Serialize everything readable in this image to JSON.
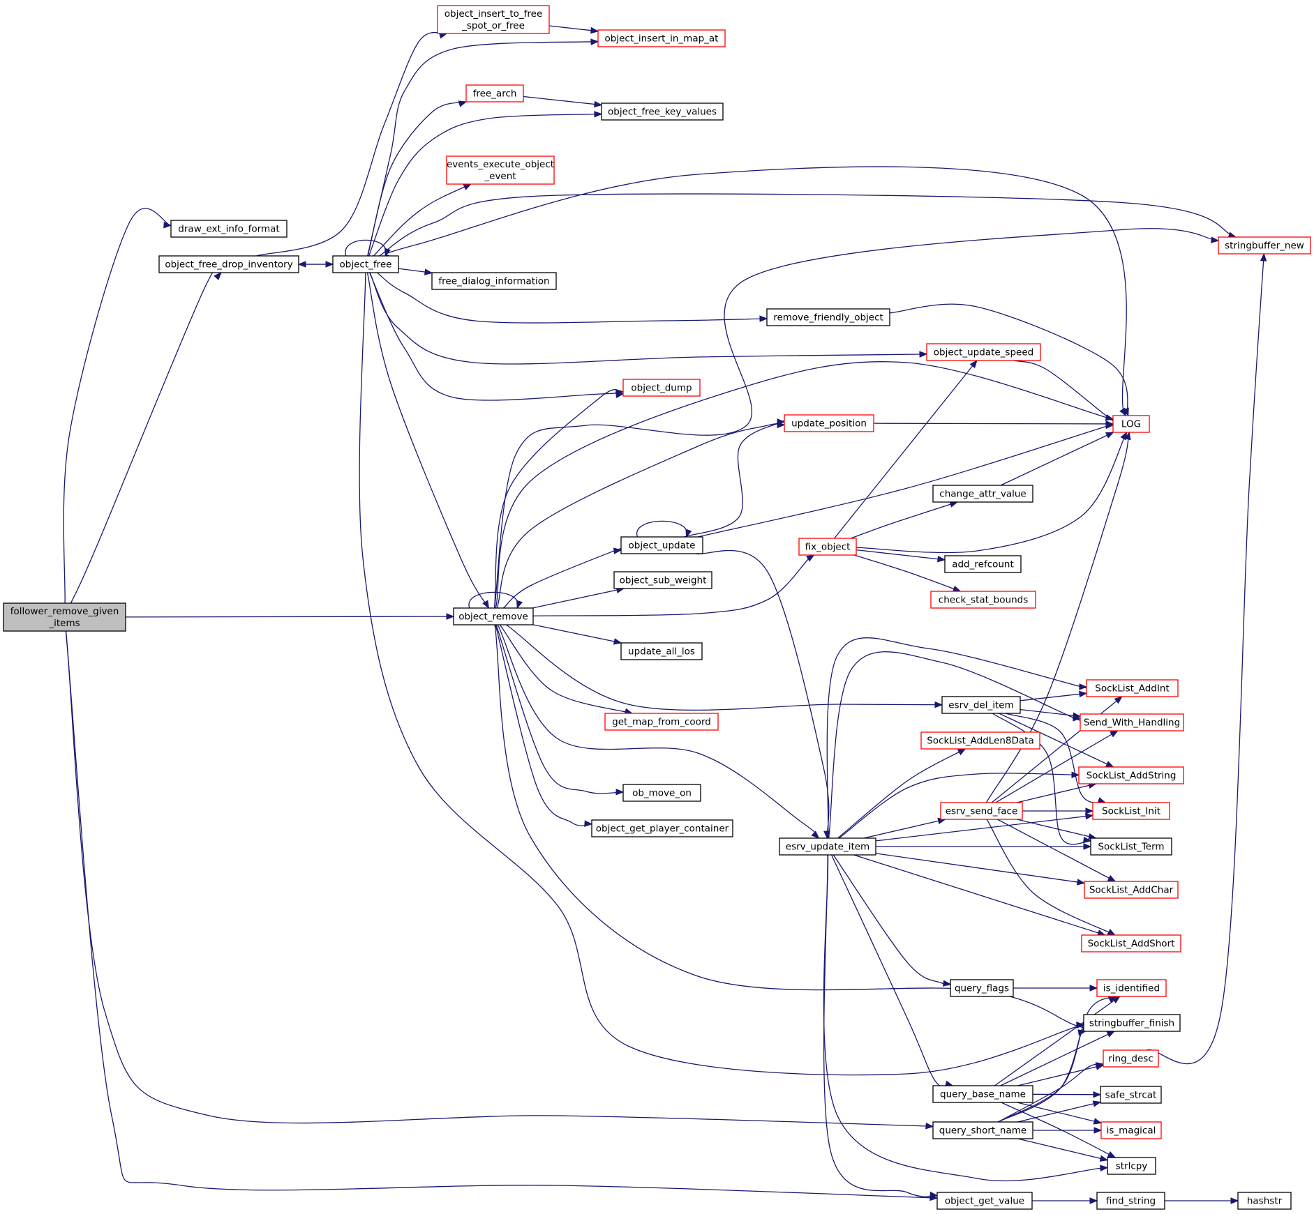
{
  "diagram": {
    "nodes": [
      {
        "id": "n_root",
        "lines": [
          "follower_remove_given",
          "_items"
        ],
        "style": "current"
      },
      {
        "id": "n_draw",
        "lines": [
          "draw_ext_info_format"
        ],
        "style": "documented"
      },
      {
        "id": "n_ofdi",
        "lines": [
          "object_free_drop_inventory"
        ],
        "style": "documented"
      },
      {
        "id": "n_free",
        "lines": [
          "object_free"
        ],
        "style": "documented"
      },
      {
        "id": "n_oitf",
        "lines": [
          "object_insert_to_free",
          "_spot_or_free"
        ],
        "style": "truncated"
      },
      {
        "id": "n_oima",
        "lines": [
          "object_insert_in_map_at"
        ],
        "style": "truncated"
      },
      {
        "id": "n_farch",
        "lines": [
          "free_arch"
        ],
        "style": "truncated"
      },
      {
        "id": "n_ofkv",
        "lines": [
          "object_free_key_values"
        ],
        "style": "documented"
      },
      {
        "id": "n_eeoe",
        "lines": [
          "events_execute_object",
          "_event"
        ],
        "style": "truncated"
      },
      {
        "id": "n_sbnew",
        "lines": [
          "stringbuffer_new"
        ],
        "style": "truncated"
      },
      {
        "id": "n_fdi",
        "lines": [
          "free_dialog_information"
        ],
        "style": "documented"
      },
      {
        "id": "n_rfo",
        "lines": [
          "remove_friendly_object"
        ],
        "style": "documented"
      },
      {
        "id": "n_ous",
        "lines": [
          "object_update_speed"
        ],
        "style": "truncated"
      },
      {
        "id": "n_odump",
        "lines": [
          "object_dump"
        ],
        "style": "truncated"
      },
      {
        "id": "n_log",
        "lines": [
          "LOG"
        ],
        "style": "truncated"
      },
      {
        "id": "n_updpos",
        "lines": [
          "update_position"
        ],
        "style": "truncated"
      },
      {
        "id": "n_cav",
        "lines": [
          "change_attr_value"
        ],
        "style": "documented"
      },
      {
        "id": "n_oupd",
        "lines": [
          "object_update"
        ],
        "style": "documented"
      },
      {
        "id": "n_fix",
        "lines": [
          "fix_object"
        ],
        "style": "truncated"
      },
      {
        "id": "n_addref",
        "lines": [
          "add_refcount"
        ],
        "style": "documented"
      },
      {
        "id": "n_osw",
        "lines": [
          "object_sub_weight"
        ],
        "style": "documented"
      },
      {
        "id": "n_csb",
        "lines": [
          "check_stat_bounds"
        ],
        "style": "truncated"
      },
      {
        "id": "n_orem",
        "lines": [
          "object_remove"
        ],
        "style": "documented"
      },
      {
        "id": "n_ual",
        "lines": [
          "update_all_los"
        ],
        "style": "documented"
      },
      {
        "id": "n_slai",
        "lines": [
          "SockList_AddInt"
        ],
        "style": "truncated"
      },
      {
        "id": "n_edel",
        "lines": [
          "esrv_del_item"
        ],
        "style": "documented"
      },
      {
        "id": "n_swh",
        "lines": [
          "Send_With_Handling"
        ],
        "style": "truncated"
      },
      {
        "id": "n_gmfc",
        "lines": [
          "get_map_from_coord"
        ],
        "style": "truncated"
      },
      {
        "id": "n_slal8",
        "lines": [
          "SockList_AddLen8Data"
        ],
        "style": "truncated"
      },
      {
        "id": "n_slas",
        "lines": [
          "SockList_AddString"
        ],
        "style": "truncated"
      },
      {
        "id": "n_omo",
        "lines": [
          "ob_move_on"
        ],
        "style": "documented"
      },
      {
        "id": "n_esf",
        "lines": [
          "esrv_send_face"
        ],
        "style": "truncated"
      },
      {
        "id": "n_sli",
        "lines": [
          "SockList_Init"
        ],
        "style": "truncated"
      },
      {
        "id": "n_ogpc",
        "lines": [
          "object_get_player_container"
        ],
        "style": "documented"
      },
      {
        "id": "n_eui",
        "lines": [
          "esrv_update_item"
        ],
        "style": "documented"
      },
      {
        "id": "n_slt",
        "lines": [
          "SockList_Term"
        ],
        "style": "documented"
      },
      {
        "id": "n_slac",
        "lines": [
          "SockList_AddChar"
        ],
        "style": "truncated"
      },
      {
        "id": "n_slash",
        "lines": [
          "SockList_AddShort"
        ],
        "style": "truncated"
      },
      {
        "id": "n_qf",
        "lines": [
          "query_flags"
        ],
        "style": "documented"
      },
      {
        "id": "n_isid",
        "lines": [
          "is_identified"
        ],
        "style": "truncated"
      },
      {
        "id": "n_sbfin",
        "lines": [
          "stringbuffer_finish"
        ],
        "style": "documented"
      },
      {
        "id": "n_ring",
        "lines": [
          "ring_desc"
        ],
        "style": "truncated"
      },
      {
        "id": "n_qbn",
        "lines": [
          "query_base_name"
        ],
        "style": "documented"
      },
      {
        "id": "n_safe",
        "lines": [
          "safe_strcat"
        ],
        "style": "documented"
      },
      {
        "id": "n_qsn",
        "lines": [
          "query_short_name"
        ],
        "style": "documented"
      },
      {
        "id": "n_ismag",
        "lines": [
          "is_magical"
        ],
        "style": "truncated"
      },
      {
        "id": "n_strl",
        "lines": [
          "strlcpy"
        ],
        "style": "documented"
      },
      {
        "id": "n_ogv",
        "lines": [
          "object_get_value"
        ],
        "style": "documented"
      },
      {
        "id": "n_fstr",
        "lines": [
          "find_string"
        ],
        "style": "documented"
      },
      {
        "id": "n_hash",
        "lines": [
          "hashstr"
        ],
        "style": "documented"
      }
    ],
    "edges": [
      {
        "from": "n_root",
        "to": "n_draw"
      },
      {
        "from": "n_root",
        "to": "n_ofdi"
      },
      {
        "from": "n_root",
        "to": "n_orem"
      },
      {
        "from": "n_root",
        "to": "n_qsn"
      },
      {
        "from": "n_root",
        "to": "n_ogv"
      },
      {
        "from": "n_ofdi",
        "to": "n_free"
      },
      {
        "from": "n_free",
        "to": "n_ofdi"
      },
      {
        "from": "n_ofdi",
        "to": "n_oitf"
      },
      {
        "from": "n_free",
        "to": "n_free"
      },
      {
        "from": "n_free",
        "to": "n_oima"
      },
      {
        "from": "n_free",
        "to": "n_farch"
      },
      {
        "from": "n_free",
        "to": "n_ofkv"
      },
      {
        "from": "n_free",
        "to": "n_eeoe"
      },
      {
        "from": "n_free",
        "to": "n_sbnew"
      },
      {
        "from": "n_free",
        "to": "n_fdi"
      },
      {
        "from": "n_free",
        "to": "n_rfo"
      },
      {
        "from": "n_free",
        "to": "n_ous"
      },
      {
        "from": "n_free",
        "to": "n_odump"
      },
      {
        "from": "n_free",
        "to": "n_log"
      },
      {
        "from": "n_free",
        "to": "n_orem"
      },
      {
        "from": "n_free",
        "to": "n_sbfin"
      },
      {
        "from": "n_oitf",
        "to": "n_oima"
      },
      {
        "from": "n_farch",
        "to": "n_ofkv"
      },
      {
        "from": "n_rfo",
        "to": "n_log"
      },
      {
        "from": "n_ous",
        "to": "n_log"
      },
      {
        "from": "n_updpos",
        "to": "n_log"
      },
      {
        "from": "n_cav",
        "to": "n_log"
      },
      {
        "from": "n_oupd",
        "to": "n_oupd"
      },
      {
        "from": "n_oupd",
        "to": "n_updpos"
      },
      {
        "from": "n_oupd",
        "to": "n_log"
      },
      {
        "from": "n_oupd",
        "to": "n_eui"
      },
      {
        "from": "n_fix",
        "to": "n_ous"
      },
      {
        "from": "n_fix",
        "to": "n_cav"
      },
      {
        "from": "n_fix",
        "to": "n_log"
      },
      {
        "from": "n_fix",
        "to": "n_addref"
      },
      {
        "from": "n_fix",
        "to": "n_csb"
      },
      {
        "from": "n_orem",
        "to": "n_orem"
      },
      {
        "from": "n_orem",
        "to": "n_odump"
      },
      {
        "from": "n_orem",
        "to": "n_sbnew"
      },
      {
        "from": "n_orem",
        "to": "n_log"
      },
      {
        "from": "n_orem",
        "to": "n_updpos"
      },
      {
        "from": "n_orem",
        "to": "n_oupd"
      },
      {
        "from": "n_orem",
        "to": "n_osw"
      },
      {
        "from": "n_orem",
        "to": "n_fix"
      },
      {
        "from": "n_orem",
        "to": "n_ual"
      },
      {
        "from": "n_orem",
        "to": "n_edel"
      },
      {
        "from": "n_orem",
        "to": "n_gmfc"
      },
      {
        "from": "n_orem",
        "to": "n_omo"
      },
      {
        "from": "n_orem",
        "to": "n_ogpc"
      },
      {
        "from": "n_orem",
        "to": "n_eui"
      },
      {
        "from": "n_orem",
        "to": "n_sbfin"
      },
      {
        "from": "n_edel",
        "to": "n_slai"
      },
      {
        "from": "n_edel",
        "to": "n_swh"
      },
      {
        "from": "n_edel",
        "to": "n_slas"
      },
      {
        "from": "n_edel",
        "to": "n_sli"
      },
      {
        "from": "n_edel",
        "to": "n_slt"
      },
      {
        "from": "n_eui",
        "to": "n_slai"
      },
      {
        "from": "n_eui",
        "to": "n_swh"
      },
      {
        "from": "n_eui",
        "to": "n_slal8"
      },
      {
        "from": "n_eui",
        "to": "n_slas"
      },
      {
        "from": "n_eui",
        "to": "n_esf"
      },
      {
        "from": "n_eui",
        "to": "n_sli"
      },
      {
        "from": "n_eui",
        "to": "n_slt"
      },
      {
        "from": "n_eui",
        "to": "n_slac"
      },
      {
        "from": "n_eui",
        "to": "n_slash"
      },
      {
        "from": "n_eui",
        "to": "n_qf"
      },
      {
        "from": "n_eui",
        "to": "n_qbn"
      },
      {
        "from": "n_eui",
        "to": "n_strl"
      },
      {
        "from": "n_eui",
        "to": "n_ogv"
      },
      {
        "from": "n_esf",
        "to": "n_log"
      },
      {
        "from": "n_esf",
        "to": "n_slai"
      },
      {
        "from": "n_esf",
        "to": "n_swh"
      },
      {
        "from": "n_esf",
        "to": "n_slas"
      },
      {
        "from": "n_esf",
        "to": "n_sli"
      },
      {
        "from": "n_esf",
        "to": "n_slt"
      },
      {
        "from": "n_esf",
        "to": "n_slac"
      },
      {
        "from": "n_esf",
        "to": "n_slash"
      },
      {
        "from": "n_qf",
        "to": "n_isid"
      },
      {
        "from": "n_qbn",
        "to": "n_isid"
      },
      {
        "from": "n_qbn",
        "to": "n_sbfin"
      },
      {
        "from": "n_qbn",
        "to": "n_ring"
      },
      {
        "from": "n_qbn",
        "to": "n_safe"
      },
      {
        "from": "n_qbn",
        "to": "n_ismag"
      },
      {
        "from": "n_qbn",
        "to": "n_strl"
      },
      {
        "from": "n_qsn",
        "to": "n_isid"
      },
      {
        "from": "n_qsn",
        "to": "n_sbfin"
      },
      {
        "from": "n_qsn",
        "to": "n_ring"
      },
      {
        "from": "n_qsn",
        "to": "n_safe"
      },
      {
        "from": "n_qsn",
        "to": "n_ismag"
      },
      {
        "from": "n_qsn",
        "to": "n_strl"
      },
      {
        "from": "n_ring",
        "to": "n_sbnew"
      },
      {
        "from": "n_ogv",
        "to": "n_fstr"
      },
      {
        "from": "n_fstr",
        "to": "n_hash"
      }
    ]
  },
  "colors": {
    "edge": "#191970",
    "documented_border": "#000000",
    "truncated_border": "#ff0000",
    "current_fill": "#bfbfbf",
    "node_fill": "#ffffff"
  }
}
